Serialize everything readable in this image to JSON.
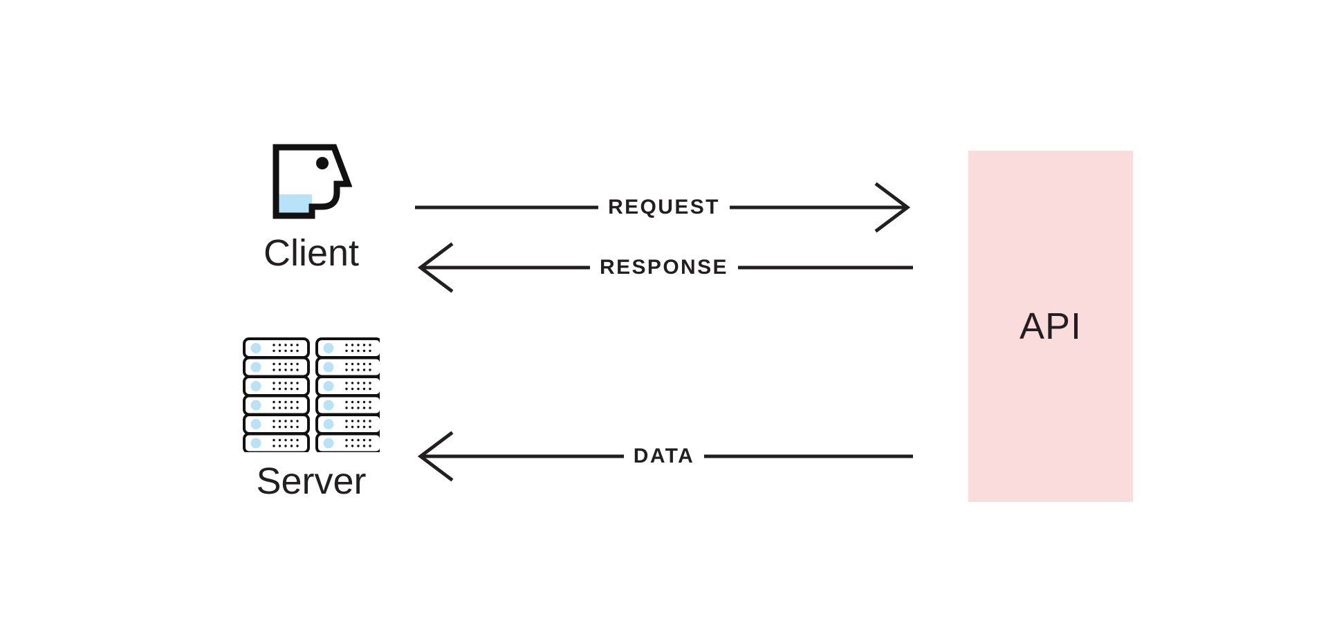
{
  "diagram": {
    "title": "Client Server API request response data flow",
    "background_color": "#ffffff",
    "ink_color": "#231f20",
    "accent_blue": "#b8e2f7",
    "accent_pink": "#fadcdc"
  },
  "nodes": {
    "client": {
      "label": "Client",
      "icon": "head-profile-icon"
    },
    "server": {
      "label": "Server",
      "icon": "server-rack-icon",
      "columns": 2,
      "units_per_column": 6,
      "unit_dot_grid": {
        "cols": 5,
        "rows": 2
      }
    },
    "api": {
      "label": "API",
      "fill": "#fadcdc"
    }
  },
  "flows": [
    {
      "id": "request",
      "label": "REQUEST",
      "direction": "right",
      "from": "Client",
      "to": "API"
    },
    {
      "id": "response",
      "label": "RESPONSE",
      "direction": "left",
      "from": "API",
      "to": "Client"
    },
    {
      "id": "data",
      "label": "DATA",
      "direction": "left",
      "from": "API",
      "to": "Server"
    }
  ]
}
